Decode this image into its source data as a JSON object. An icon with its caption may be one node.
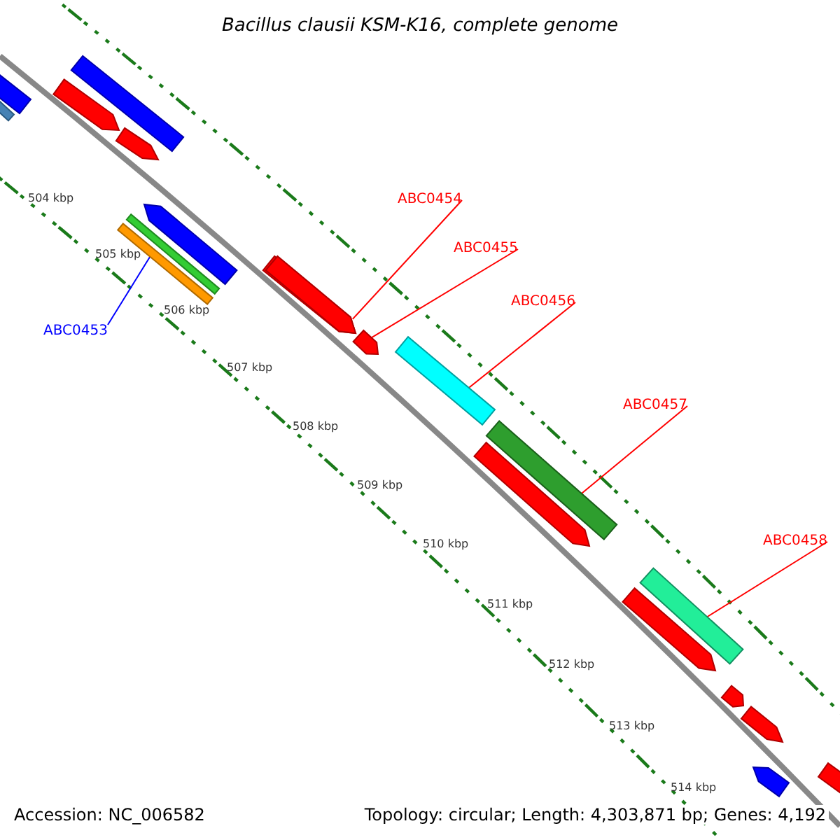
{
  "diagram": {
    "title": "Bacillus clausii KSM-K16, complete genome",
    "nodes": [
      {
        "text": [
          "ABC0453"
        ]
      },
      {
        "text": [],
        "shape": "bar"
      },
      {
        "text": [
          "ABC0454"
        ]
      },
      {
        "text": [],
        "shape": "bar"
      },
      {
        "text": [
          "ABC0455"
        ]
      },
      {
        "text": [],
        "shape": "bar"
      },
      {
        "text": [
          "ABC0456"
        ]
      },
      {
        "text": [],
        "shape": "bar"
      },
      {
        "text": [
          "ABC0457"
        ]
      },
      {
        "text": [],
        "shape": "bar"
      },
      {
        "text": [
          "ABC0458"
        ]
      },
      {
        "text": [],
        "shape": "bar"
      },
      {
        "text": [],
        "shape": "bar"
      },
      {
        "text": [],
        "shape": "bar"
      },
      {
        "text": [],
        "shape": "bar"
      },
      {
        "text": [],
        "shape": "bar"
      },
      {
        "text": [],
        "shape": "bar"
      },
      {
        "text": [],
        "shape": "bar"
      },
      {
        "text": [],
        "shape": "bar"
      },
      {
        "text": [],
        "shape": "bar"
      },
      {
        "text": [],
        "shape": "bar"
      },
      {
        "text": [],
        "shape": "bar"
      },
      {
        "text": [],
        "shape": "bar"
      },
      {
        "text": [],
        "shape": "bar"
      },
      {
        "text": [],
        "shape": "bar"
      },
      {
        "text": [],
        "shape": "bar"
      }
    ],
    "edges": [
      {
        "from": 0,
        "to": 1,
        "arrow": "none",
        "color": "#0000ff"
      },
      {
        "from": 2,
        "to": 3,
        "arrow": "none"
      },
      {
        "from": 4,
        "to": 5,
        "arrow": "none"
      },
      {
        "from": 6,
        "to": 7,
        "arrow": "none"
      },
      {
        "from": 8,
        "to": 9,
        "arrow": "none"
      },
      {
        "from": 10,
        "to": 11,
        "arrow": "none"
      }
    ],
    "labels": [
      "504 kbp",
      "505 kbp",
      "506 kbp",
      "507 kbp",
      "508 kbp",
      "509 kbp",
      "510 kbp",
      "511 kbp",
      "512 kbp",
      "513 kbp",
      "514 kbp",
      "Accession: NC_006582",
      "Topology: circular; Length: 4,303,871 bp; Genes: 4,192"
    ]
  }
}
